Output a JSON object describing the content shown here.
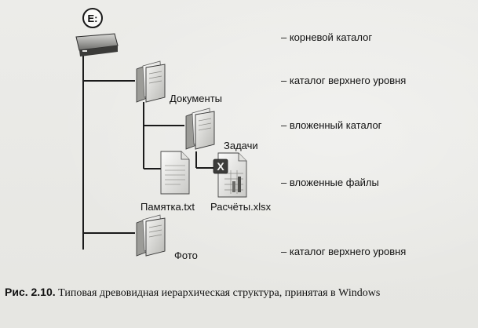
{
  "diagram": {
    "drive": {
      "letter": "E:"
    },
    "nodes": {
      "documents": "Документы",
      "tasks": "Задачи",
      "memo_file": "Памятка.txt",
      "calc_file": "Расчёты.xlsx",
      "photo": "Фото"
    },
    "descriptions": {
      "root": "– корневой каталог",
      "top_level_1": "– каталог верхнего уровня",
      "nested_dir": "– вложенный каталог",
      "nested_files": "– вложенные файлы",
      "top_level_2": "– каталог верхнего уровня"
    },
    "icons": {
      "drive": "drive-icon",
      "folder": "folder-icon",
      "text_file": "text-file-icon",
      "excel_file": "excel-file-icon"
    },
    "excel_badge": "X"
  },
  "caption": {
    "figure_label": "Рис. 2.10.",
    "text": "Типовая древовидная иерархическая структура, принятая в Windows"
  }
}
